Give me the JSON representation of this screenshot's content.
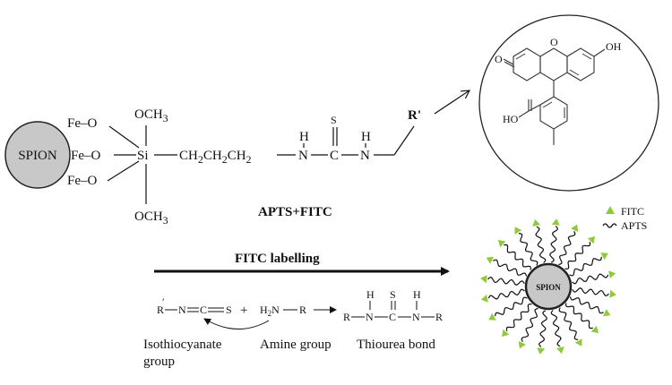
{
  "upper": {
    "spion_label": "SPION",
    "fe_o": [
      "Fe–O",
      "Fe–O",
      "Fe–O"
    ],
    "och3_top": "OCH",
    "och3_bottom": "OCH",
    "och3_sub": "3",
    "si": "Si",
    "chain": [
      "CH",
      "CH",
      "CH"
    ],
    "chain_sub": "2",
    "n_left": "N",
    "c": "C",
    "n_right": "N",
    "h_left": "H",
    "h_right": "H",
    "s": "S",
    "r_prime": "R'",
    "caption": "APTS+FITC"
  },
  "fitc_structure": {
    "oh": "OH",
    "carbonyl_o": "O",
    "ring_o": "O",
    "cooh": "HO"
  },
  "lower": {
    "arrow_label": "FITC labelling",
    "reaction": {
      "r1": "R",
      "n1": "N",
      "c1": "C",
      "s1": "S",
      "plus": "+",
      "h2n": "H",
      "h2n_sub": "2",
      "n2": "N",
      "r2": "R",
      "r3": "R",
      "n3": "N",
      "c3": "C",
      "n4": "N",
      "r4": "R",
      "h3": "H",
      "h4": "H",
      "s3": "S"
    },
    "labels": {
      "isothiocyanate_1": "Isothiocyanate",
      "isothiocyanate_2": "group",
      "amine": "Amine group",
      "thiourea": "Thiourea bond"
    }
  },
  "nanoparticle": {
    "label": "SPION",
    "legend_fitc": "FITC",
    "legend_apts": "APTS",
    "ligand_count": 20
  },
  "colors": {
    "spion_fill": "#c8c8c8",
    "fitc_marker": "#8fca3c",
    "ink": "#111111"
  }
}
